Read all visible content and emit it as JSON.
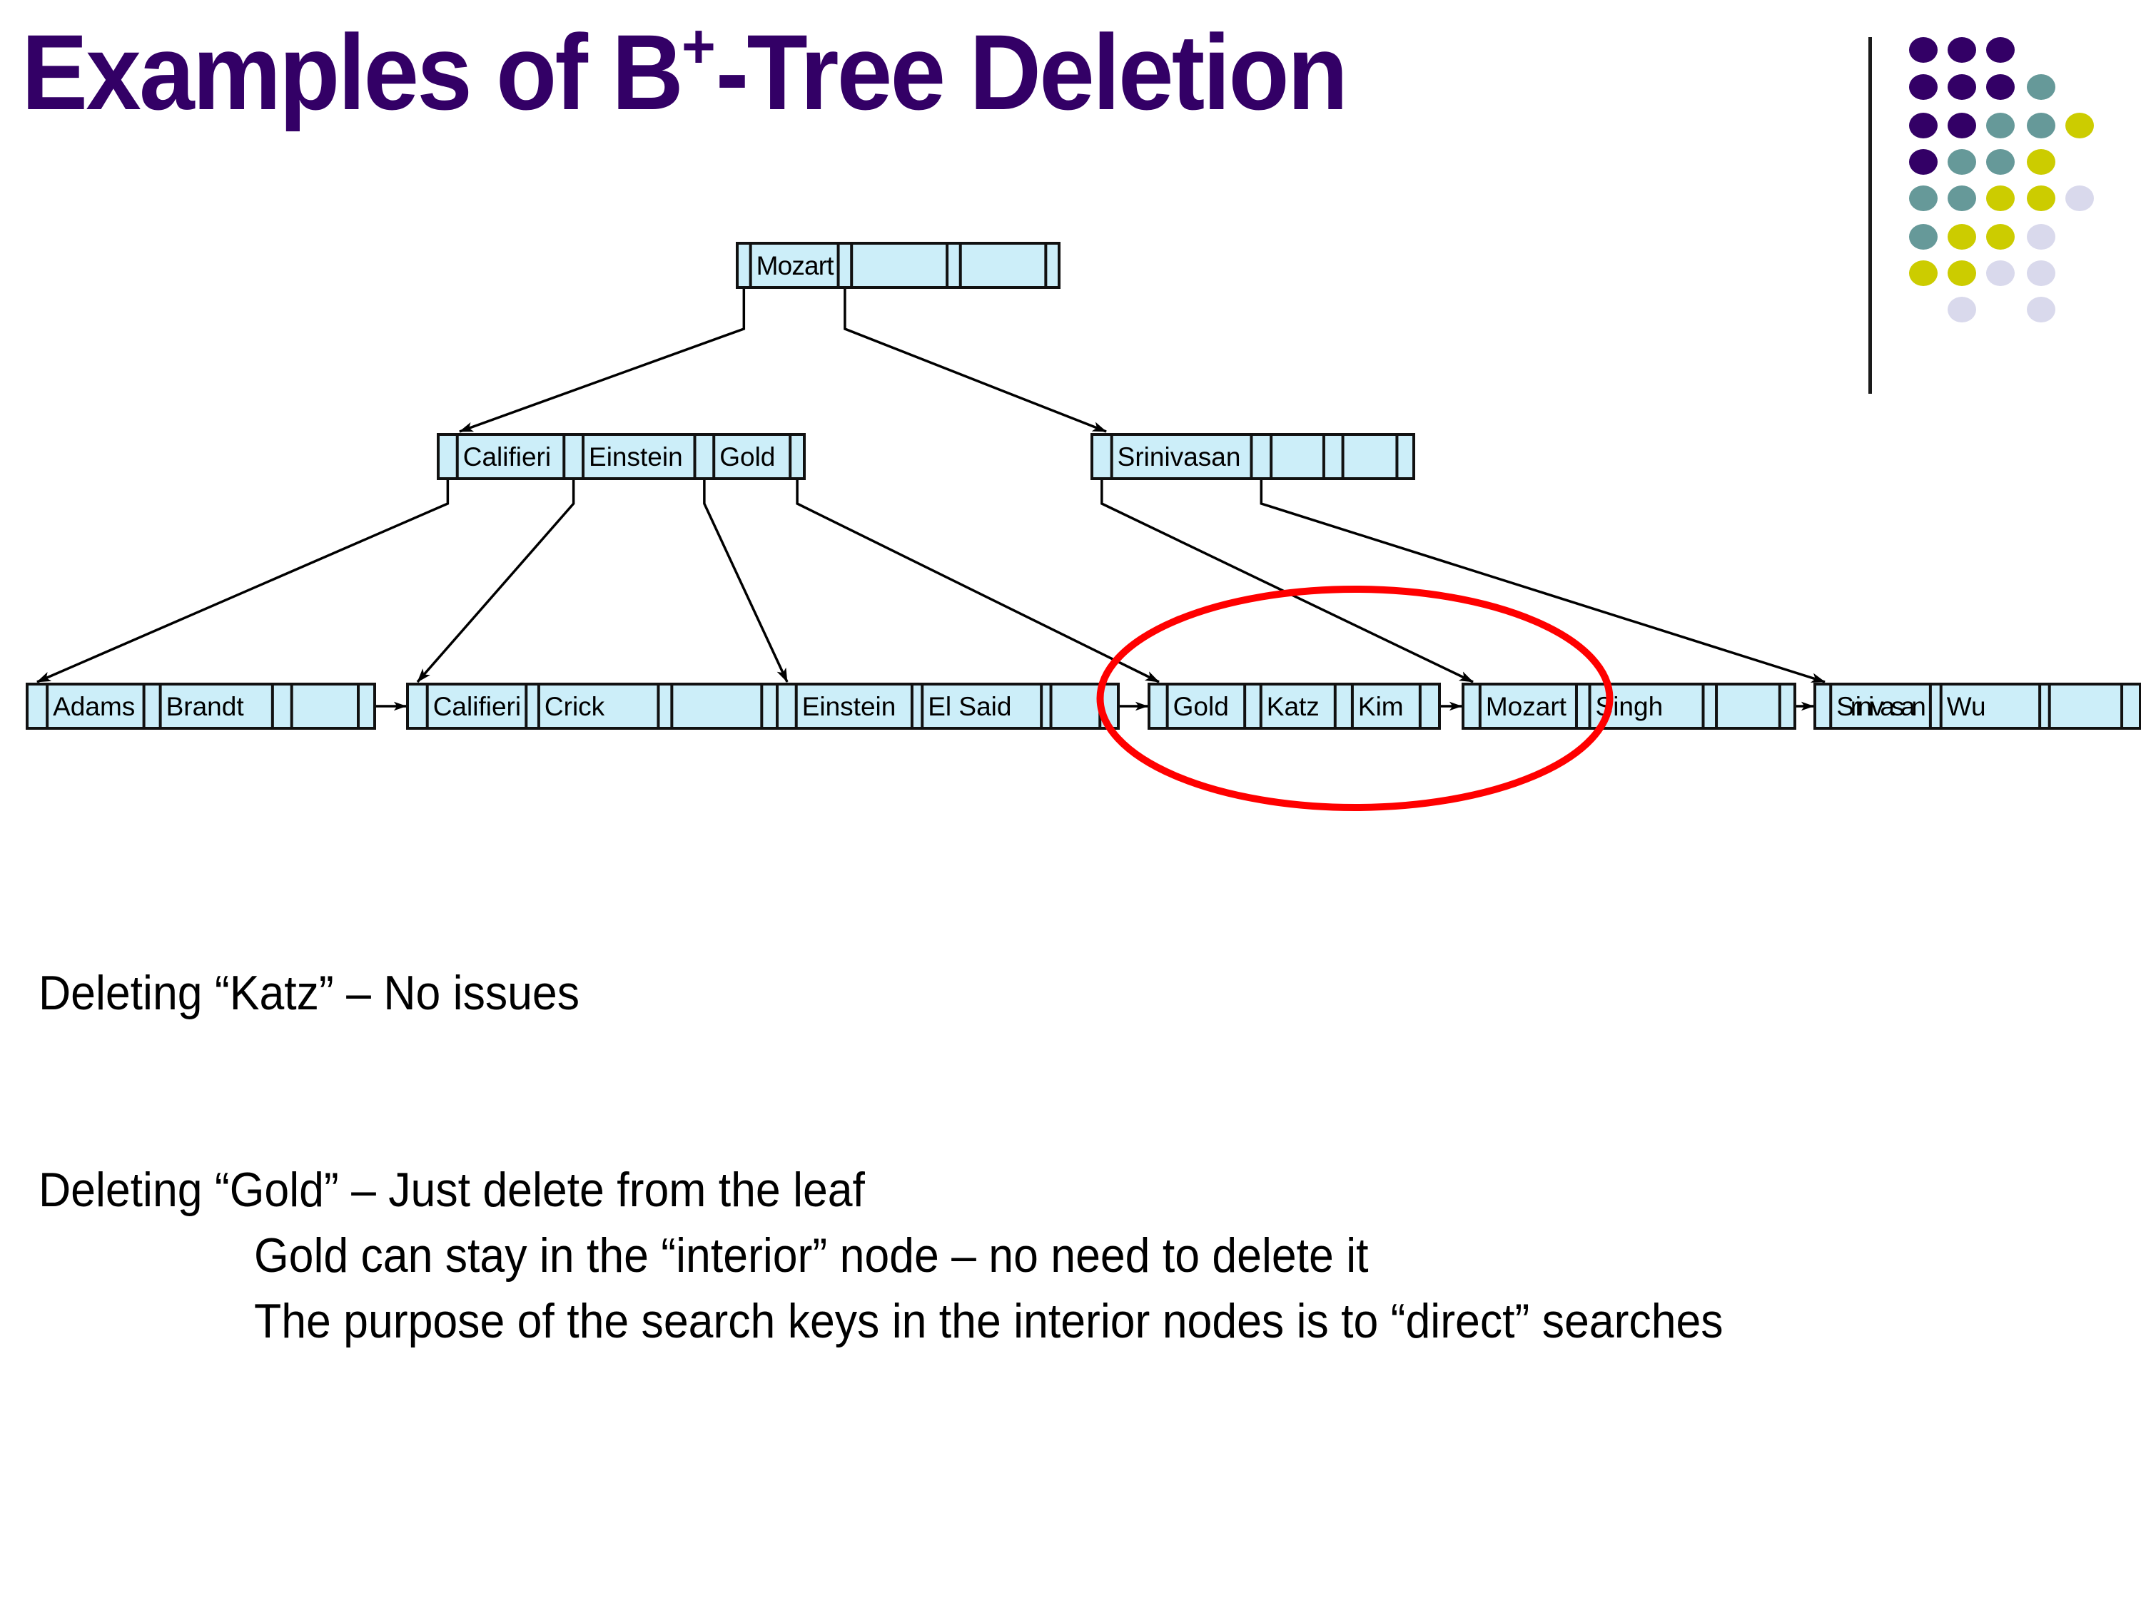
{
  "slide": {
    "title_prefix": "Examples of B",
    "title_superscript": "+",
    "title_suffix": "-Tree Deletion"
  },
  "decoration": {
    "dot_colors": {
      "purple": "#330066",
      "teal": "#669999",
      "olive": "#cccc00",
      "lavender": "#d9d9ec"
    },
    "dot_grid": [
      [
        "purple",
        "purple",
        "purple",
        null,
        null
      ],
      [
        "purple",
        "purple",
        "purple",
        "teal",
        null
      ],
      [
        "purple",
        "purple",
        "teal",
        "teal",
        "olive"
      ],
      [
        "purple",
        "teal",
        "teal",
        "olive",
        null
      ],
      [
        "teal",
        "teal",
        "olive",
        "olive",
        "lavender"
      ],
      [
        "teal",
        "olive",
        "olive",
        "lavender",
        null
      ],
      [
        "olive",
        "olive",
        "lavender",
        "lavender",
        null
      ],
      [
        null,
        "lavender",
        null,
        "lavender",
        null
      ]
    ]
  },
  "tree": {
    "node_fill": "#cceef9",
    "highlight_color": "#ff0000",
    "highlighted_leaf": 3,
    "root": {
      "keys": [
        "Mozart",
        "",
        ""
      ]
    },
    "internal": [
      {
        "keys": [
          "Califieri",
          "Einstein",
          "Gold"
        ]
      },
      {
        "keys": [
          "Srinivasan",
          "",
          ""
        ]
      }
    ],
    "leaves": [
      {
        "keys": [
          "Adams",
          "Brandt",
          ""
        ]
      },
      {
        "keys": [
          "Califieri",
          "Crick",
          ""
        ]
      },
      {
        "keys": [
          "Einstein",
          "El Said",
          ""
        ]
      },
      {
        "keys": [
          "Gold",
          "Katz",
          "Kim"
        ]
      },
      {
        "keys": [
          "Mozart",
          "Singh",
          ""
        ]
      },
      {
        "keys": [
          "Srinivasan",
          "Wu",
          ""
        ]
      }
    ]
  },
  "notes": {
    "line1": "Deleting “Katz” – No issues",
    "line2": "Deleting “Gold” – Just delete from the leaf",
    "line3": "Gold can stay in the “interior” node – no need to delete it",
    "line4": "The purpose of the search keys in the interior nodes is to “direct” searches"
  }
}
